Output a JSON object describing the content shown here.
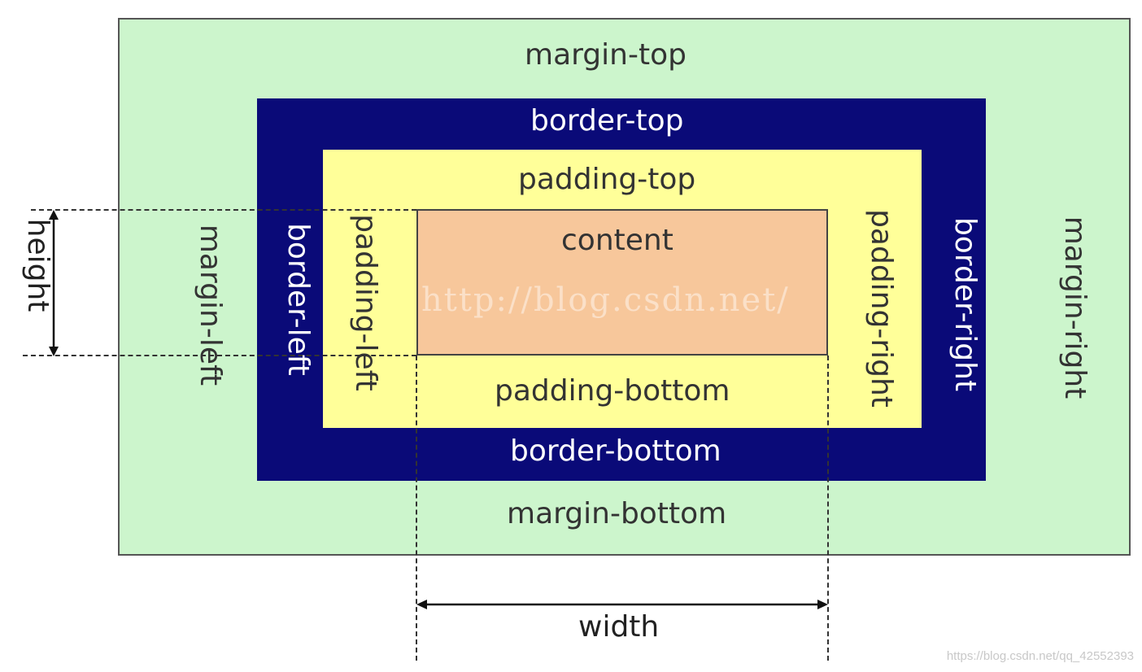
{
  "labels": {
    "margin_top": "margin-top",
    "margin_bottom": "margin-bottom",
    "margin_left": "margin-left",
    "margin_right": "margin-right",
    "border_top": "border-top",
    "border_bottom": "border-bottom",
    "border_left": "border-left",
    "border_right": "border-right",
    "padding_top": "padding-top",
    "padding_bottom": "padding-bottom",
    "padding_left": "padding-left",
    "padding_right": "padding-right",
    "content": "content",
    "height": "height",
    "width": "width"
  },
  "watermark": "http://blog.csdn.net/",
  "corner_watermark": "https://blog.csdn.net/qq_42552393",
  "colors": {
    "margin": "#ccf5cc",
    "border": "#0a0a78",
    "padding": "#ffff99",
    "content": "#f7c79b",
    "text_dark": "#333333",
    "text_light": "#ffffff"
  }
}
